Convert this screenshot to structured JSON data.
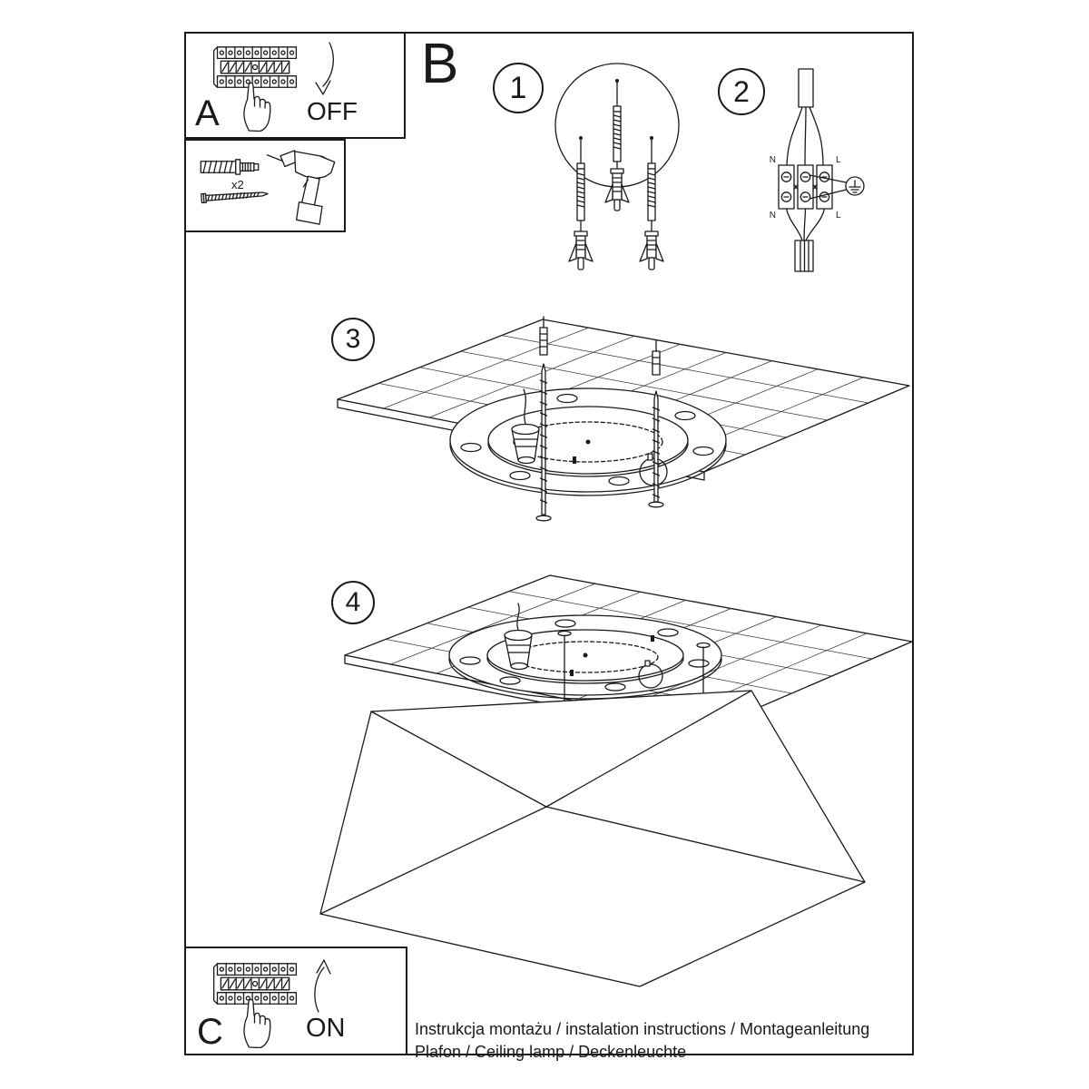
{
  "document": {
    "footer_line_1": "Instrukcja montażu / instalation instructions / Montageanleitung",
    "footer_line_2": "Plafon / Ceiling lamp / Deckenleuchte"
  },
  "panel_a": {
    "label": "A",
    "state_label": "OFF"
  },
  "tools": {
    "anchor_quantity": "x2"
  },
  "section_b": {
    "label": "B",
    "step_1": "1",
    "step_2": "2",
    "step_3": "3",
    "step_4": "4"
  },
  "wiring": {
    "neutral_top": "N",
    "live_top": "L",
    "neutral_bottom": "N",
    "live_bottom": "L"
  },
  "panel_c": {
    "label": "C",
    "state_label": "ON"
  },
  "colors": {
    "line": "#1a1a1a",
    "background": "#ffffff"
  }
}
